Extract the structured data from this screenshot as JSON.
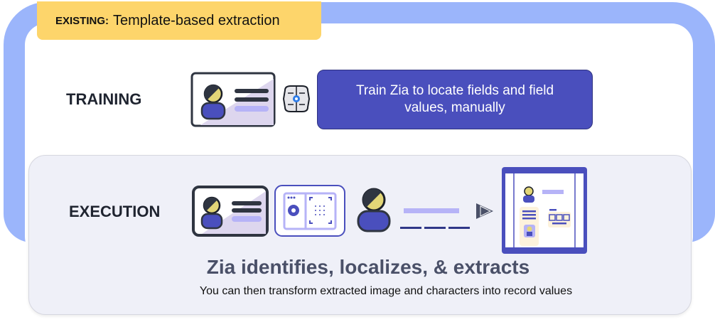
{
  "banner": {
    "label_bold": "EXISTING:",
    "label_text": "Template-based extraction"
  },
  "training": {
    "heading": "TRAINING",
    "description": "Train Zia to locate fields and field values, manually"
  },
  "execution": {
    "heading": "EXECUTION",
    "title": "Zia identifies, localizes, & extracts",
    "subtitle": "You can then transform extracted image and characters into record values"
  },
  "colors": {
    "band": "#9bb5fb",
    "banner": "#fdd56b",
    "accent": "#4a4fbd",
    "panel": "#eff0f8"
  },
  "icons": [
    "id-card-icon",
    "ai-brain-icon",
    "scanner-icon",
    "person-icon",
    "text-lines-icon",
    "arrow-icon",
    "document-record-icon"
  ]
}
